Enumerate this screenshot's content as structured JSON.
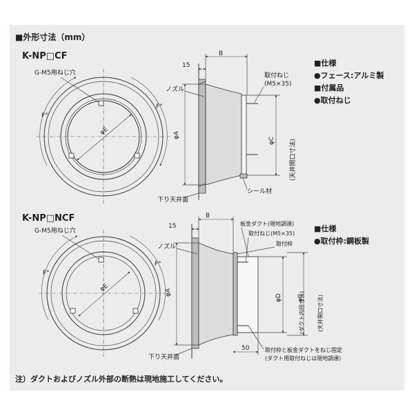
{
  "header": {
    "title": "■外形寸法（mm）"
  },
  "model1": {
    "name": "K-NP□CF",
    "hole_label": "G-M5用ねじ穴",
    "f_left": "F°",
    "f_right": "F°",
    "e_label": "φE",
    "dim_15": "15",
    "dim_b": "B",
    "nozzle": "ノズル",
    "phi_a": "φA",
    "phi_c": "φC",
    "ceiling_note": "(天井開口寸法)",
    "screw_label": "取付ねじ",
    "screw_size": "(M5×35)",
    "seal": "シール材",
    "ceiling": "下り天井面",
    "spec": [
      "■仕様",
      "●フェース:アルミ製",
      "■付属品",
      "●取付ねじ"
    ]
  },
  "model2": {
    "name": "K-NP□NCF",
    "hole_label": "G-M5用ねじ穴",
    "f_left": "F°",
    "f_right": "F°",
    "e_label": "φE",
    "dim_15": "15",
    "dim_b": "B",
    "nozzle": "ノズル",
    "duct_label": "板金ダクト(現地調達)",
    "screw_label": "取付ねじ(M5×35)",
    "frame_label": "取付枠",
    "phi_a": "φA",
    "phi_d": "φD",
    "duct_inner": "(ダクト内径寸法)",
    "phi_c": "φC",
    "ceiling_note": "(天井開口寸法)",
    "ceiling": "下り天井面",
    "dim_50": "50",
    "fix_note1": "取付枠と板金ダクトをねじ固定",
    "fix_note2": "(ダクト用取付ねじは現地調達)",
    "spec": [
      "■仕様",
      "●取付枠:鋼板製"
    ]
  },
  "footer": {
    "note": "注）ダクトおよびノズル外部の断熱は現地施工してください。"
  }
}
